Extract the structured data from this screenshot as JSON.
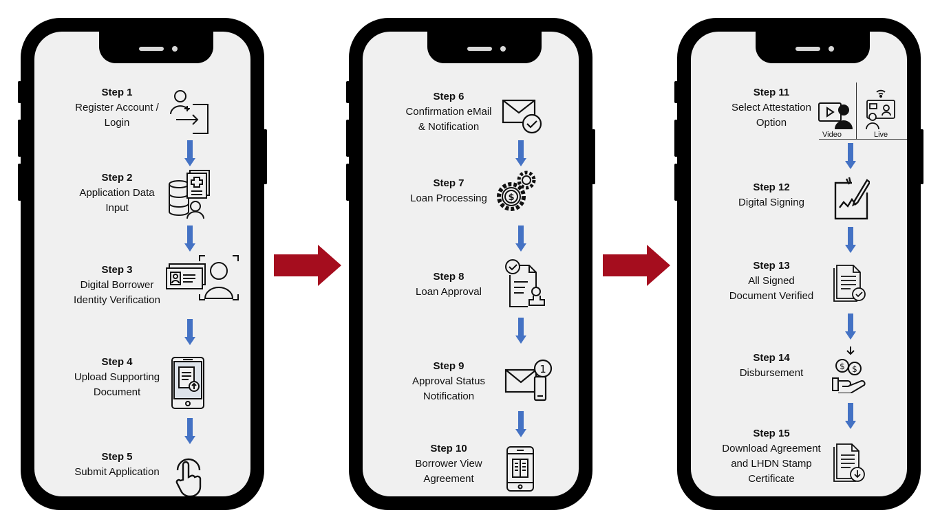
{
  "phones": [
    {
      "steps": [
        {
          "num": "Step 1",
          "label": "Register Account /\nLogin",
          "icon": "user-login-icon"
        },
        {
          "num": "Step 2",
          "label": "Application Data\nInput",
          "icon": "database-form-icon"
        },
        {
          "num": "Step 3",
          "label": "Digital Borrower\nIdentity Verification",
          "icon": "id-face-scan-icon"
        },
        {
          "num": "Step 4",
          "label": "Upload Supporting\nDocument",
          "icon": "tablet-upload-icon"
        },
        {
          "num": "Step 5",
          "label": "Submit Application",
          "icon": "tap-hand-icon"
        }
      ]
    },
    {
      "steps": [
        {
          "num": "Step 6",
          "label": "Confirmation eMail\n& Notification",
          "icon": "email-check-icon"
        },
        {
          "num": "Step 7",
          "label": "Loan Processing",
          "icon": "gear-dollar-icon"
        },
        {
          "num": "Step 8",
          "label": "Loan Approval",
          "icon": "document-stamp-icon"
        },
        {
          "num": "Step 9",
          "label": "Approval Status\nNotification",
          "icon": "email-phone-badge-icon"
        },
        {
          "num": "Step 10",
          "label": "Borrower View\nAgreement",
          "icon": "phone-document-icon"
        }
      ]
    },
    {
      "steps": [
        {
          "num": "Step 11",
          "label": "Select Attestation\nOption",
          "icon": "video-live-icon"
        },
        {
          "num": "Step 12",
          "label": "Digital Signing",
          "icon": "signing-pen-icon"
        },
        {
          "num": "Step 13",
          "label": "All Signed\nDocument Verified",
          "icon": "document-verified-icon"
        },
        {
          "num": "Step 14",
          "label": "Disbursement",
          "icon": "hand-coins-icon"
        },
        {
          "num": "Step 15",
          "label": "Download Agreement\nand LHDN Stamp\nCertificate",
          "icon": "document-download-icon"
        }
      ]
    }
  ],
  "attestation_options": {
    "video": "Video",
    "live": "Live"
  },
  "colors": {
    "down_arrow": "#4472c4",
    "flow_arrow": "#a50d1e",
    "phone_body": "#000000",
    "screen": "#f0f0f0"
  }
}
